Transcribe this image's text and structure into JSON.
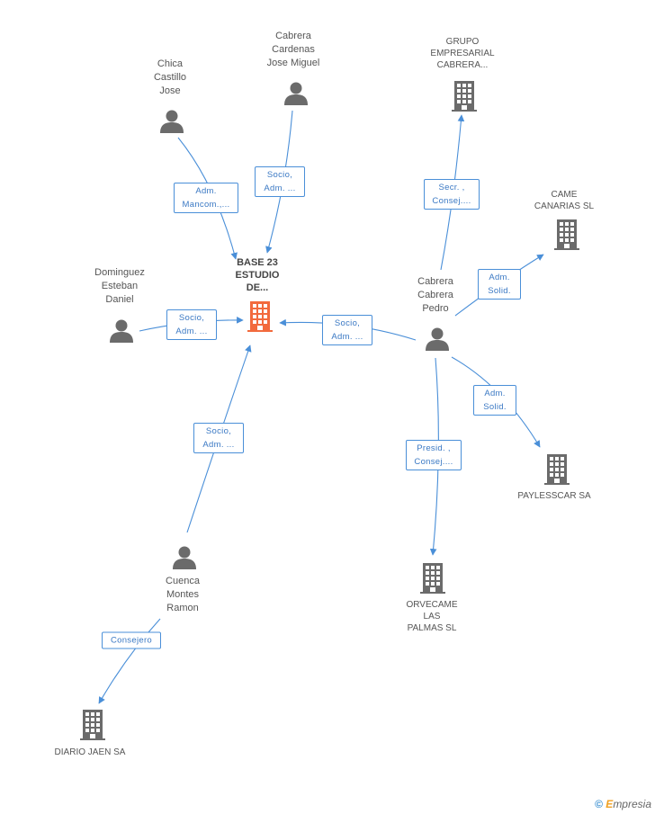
{
  "nodes": {
    "base": {
      "label": "BASE 23\nESTUDIO\nDE...",
      "type": "company",
      "highlight": true
    },
    "chica": {
      "label": "Chica\nCastillo\nJose",
      "type": "person"
    },
    "cabrera_cardenas": {
      "label": "Cabrera\nCardenas\nJose Miguel",
      "type": "person"
    },
    "grupo": {
      "label": "GRUPO\nEMPRESARIAL\nCABRERA...",
      "type": "company"
    },
    "came": {
      "label": "CAME\nCANARIAS SL",
      "type": "company"
    },
    "dominguez": {
      "label": "Dominguez\nEsteban\nDaniel",
      "type": "person"
    },
    "cabrera_pedro": {
      "label": "Cabrera\nCabrera\nPedro",
      "type": "person"
    },
    "payless": {
      "label": "PAYLESSCAR SA",
      "type": "company"
    },
    "orvecame": {
      "label": "ORVECAME\nLAS\nPALMAS SL",
      "type": "company"
    },
    "cuenca": {
      "label": "Cuenca\nMontes\nRamon",
      "type": "person"
    },
    "diario": {
      "label": "DIARIO JAEN SA",
      "type": "company"
    }
  },
  "edges": {
    "chica_base": "Adm.\nMancom.,...",
    "cardenas_base": "Socio,\nAdm. ...",
    "dominguez_base": "Socio,\nAdm. ...",
    "pedro_base": "Socio,\nAdm. ...",
    "cuenca_base": "Socio,\nAdm. ...",
    "pedro_grupo": "Secr. ,\nConsej....",
    "pedro_came": "Adm.\nSolid.",
    "pedro_payless": "Adm.\nSolid.",
    "pedro_orvecame": "Presid. ,\nConsej....",
    "cuenca_diario": "Consejero"
  },
  "colors": {
    "edge": "#4a8fd8",
    "icon": "#6b6b6b",
    "highlight": "#f26a3d"
  },
  "brand": {
    "symbol": "©",
    "initial": "E",
    "rest": "mpresia"
  }
}
